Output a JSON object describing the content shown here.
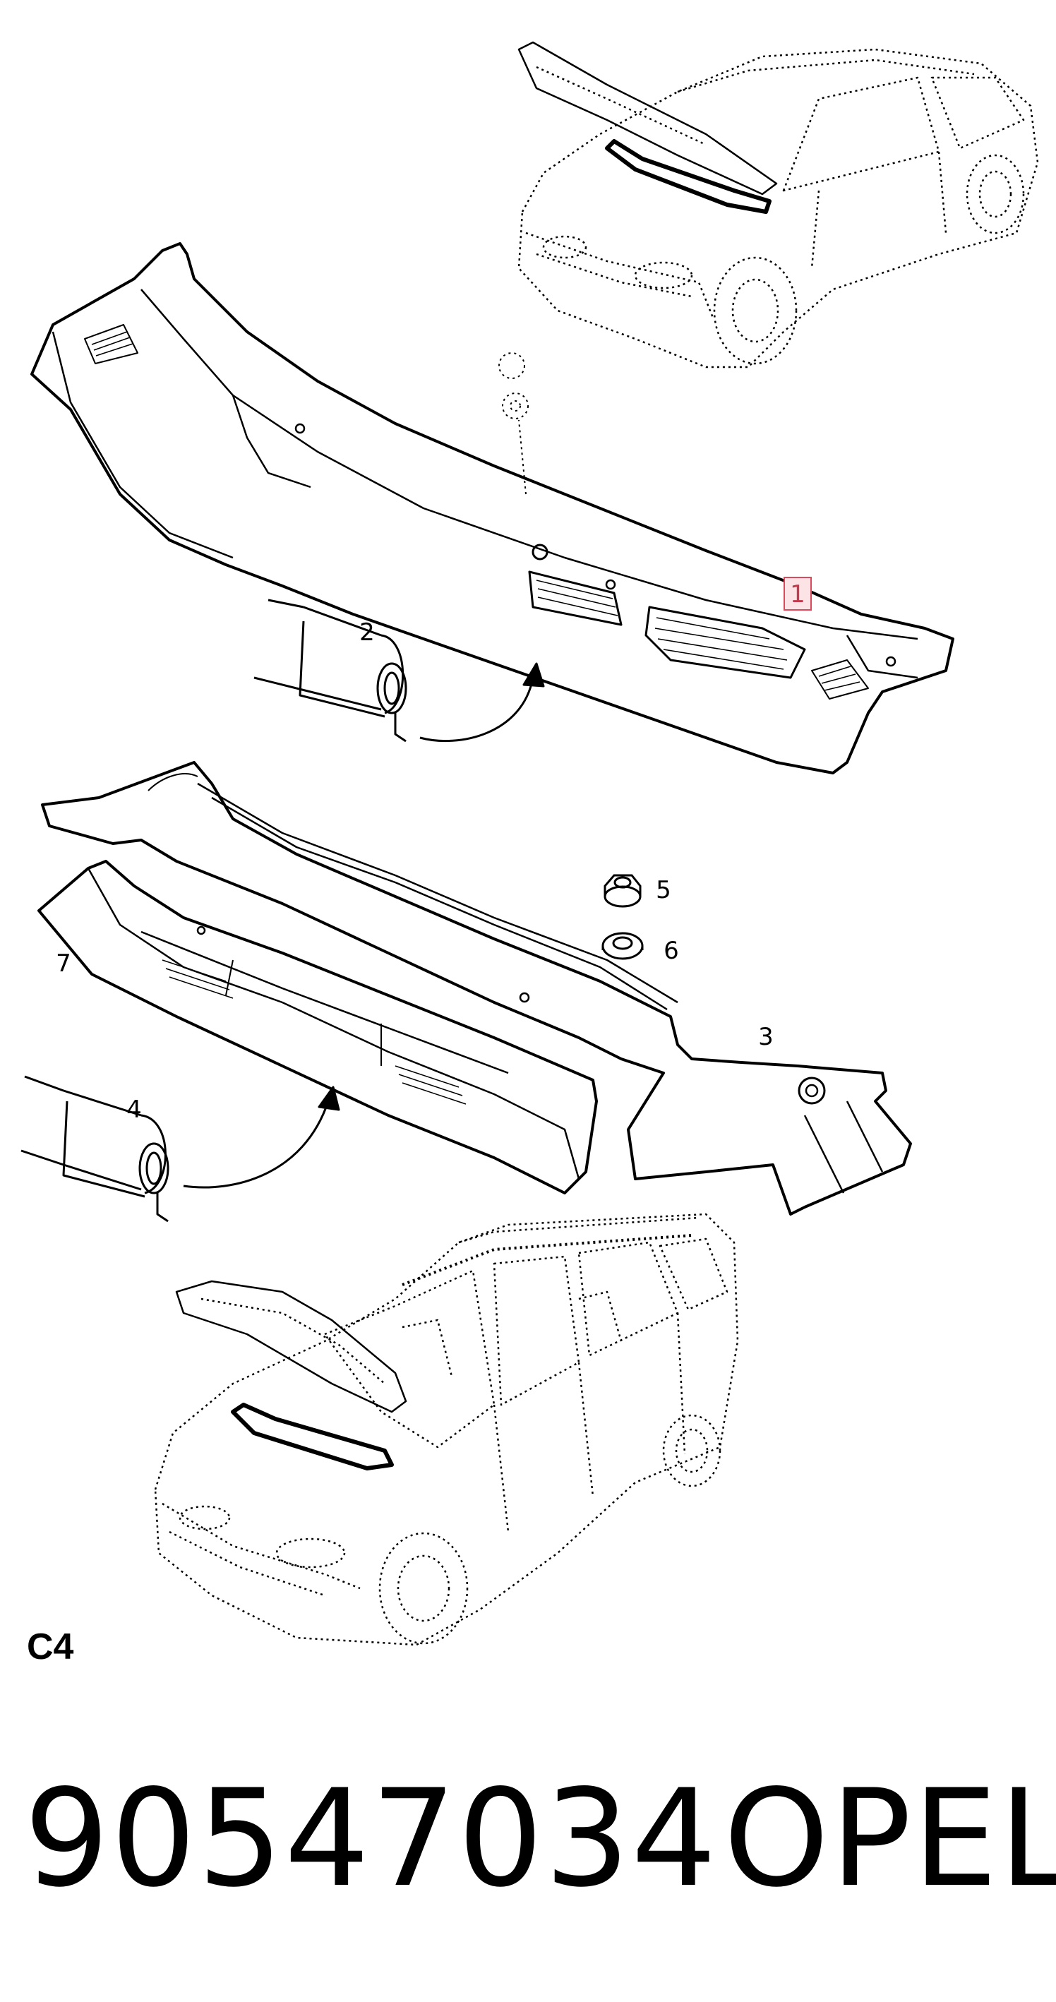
{
  "section_code": "C4",
  "part_number": "90547034",
  "brand": "OPEL",
  "highlighted_callout": "1",
  "callouts": [
    {
      "id": "c1",
      "label": "1"
    },
    {
      "id": "c2",
      "label": "2"
    },
    {
      "id": "c3",
      "label": "3"
    },
    {
      "id": "c4",
      "label": "4"
    },
    {
      "id": "c5",
      "label": "5"
    },
    {
      "id": "c6",
      "label": "6"
    },
    {
      "id": "c7",
      "label": "7"
    }
  ],
  "colors": {
    "line": "#000000",
    "highlight_fill": "#fbe3e6",
    "highlight_stroke": "#d94b5c",
    "highlight_text": "#c23a4b"
  }
}
